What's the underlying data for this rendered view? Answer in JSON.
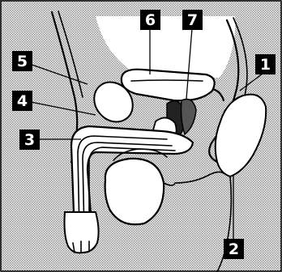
{
  "labels": [
    {
      "id": "1",
      "text": "1"
    },
    {
      "id": "2",
      "text": "2"
    },
    {
      "id": "3",
      "text": "3"
    },
    {
      "id": "4",
      "text": "4"
    },
    {
      "id": "5",
      "text": "5"
    },
    {
      "id": "6",
      "text": "6"
    },
    {
      "id": "7",
      "text": "7"
    }
  ],
  "colors": {
    "background_dots": "#8a8a8a",
    "organ_fill": "#ffffff",
    "outline": "#000000",
    "label_box": "#000000",
    "label_text": "#ffffff"
  }
}
